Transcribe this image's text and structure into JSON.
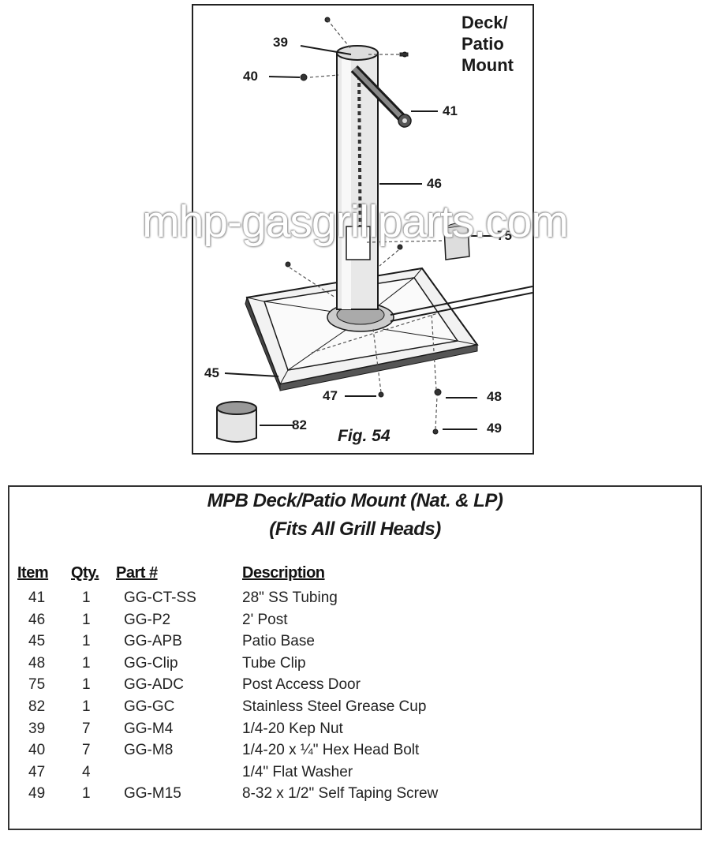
{
  "figure": {
    "title_lines": [
      "Deck/",
      "Patio",
      "Mount"
    ],
    "caption": "Fig. 54",
    "callouts": {
      "c39": "39",
      "c40": "40",
      "c41": "41",
      "c46": "46",
      "c75": "75",
      "c45": "45",
      "c47": "47",
      "c48": "48",
      "c82": "82",
      "c49": "49"
    }
  },
  "watermark": "mhp-gasgrillparts.com",
  "parts_list": {
    "title_line1": "MPB Deck/Patio Mount (Nat. & LP)",
    "title_line2": "(Fits All Grill Heads)",
    "headers": {
      "item": "Item",
      "qty": "Qty.",
      "part": "Part #",
      "description": "Description"
    },
    "rows": [
      {
        "item": "41",
        "qty": "1",
        "part": "GG-CT-SS",
        "description": "28\" SS Tubing"
      },
      {
        "item": "46",
        "qty": "1",
        "part": "GG-P2",
        "description": "2' Post"
      },
      {
        "item": "45",
        "qty": "1",
        "part": "GG-APB",
        "description": "Patio Base"
      },
      {
        "item": "48",
        "qty": "1",
        "part": "GG-Clip",
        "description": "Tube Clip"
      },
      {
        "item": "75",
        "qty": "1",
        "part": "GG-ADC",
        "description": "Post Access Door"
      },
      {
        "item": "82",
        "qty": "1",
        "part": "GG-GC",
        "description": "Stainless Steel Grease Cup"
      },
      {
        "item": "39",
        "qty": "7",
        "part": "GG-M4",
        "description": "1/4-20 Kep Nut"
      },
      {
        "item": "40",
        "qty": "7",
        "part": "GG-M8",
        "description": "1/4-20 x ¼\" Hex Head Bolt"
      },
      {
        "item": "47",
        "qty": "4",
        "part": "",
        "description": "1/4\" Flat Washer"
      },
      {
        "item": "49",
        "qty": "1",
        "part": "GG-M15",
        "description": "8-32 x 1/2\" Self Taping Screw"
      }
    ]
  }
}
